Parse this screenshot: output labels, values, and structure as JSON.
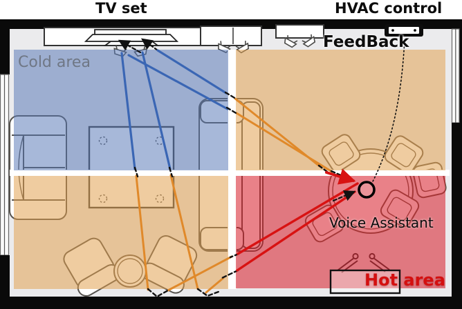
{
  "diagram": {
    "labels": {
      "tv_set": "TV set",
      "hvac_control": "HVAC control",
      "feedback": "FeedBack",
      "voice_assistant": "Voice Assistant",
      "cold_area": "Cold area",
      "hot_area": "Hot area"
    },
    "zones": {
      "cold": {
        "label": "Cold area",
        "fill": "#a9b8d8"
      },
      "warm_top_right": {
        "label": "",
        "fill": "#eac89e"
      },
      "warm_bottom_left": {
        "label": "",
        "fill": "#eac89e"
      },
      "hot": {
        "label": "Hot area",
        "fill": "#e5767f"
      }
    },
    "devices": {
      "tv": "TV set",
      "hvac": "HVAC control",
      "voice_assistant": "Voice Assistant",
      "radiator_sign": "Hot area sign",
      "wall_speakers_count": 6
    },
    "link_colors": {
      "cold_segment": "#3a66b4",
      "warm_segment": "#e0892a",
      "hot_segment": "#d81212",
      "signal_dashed": "#111111"
    },
    "other_colors": {
      "wall": "#0a0a0a",
      "floor": "#ebebed",
      "cold_text": "#6f7785",
      "hot_text": "#d40f0f"
    }
  }
}
